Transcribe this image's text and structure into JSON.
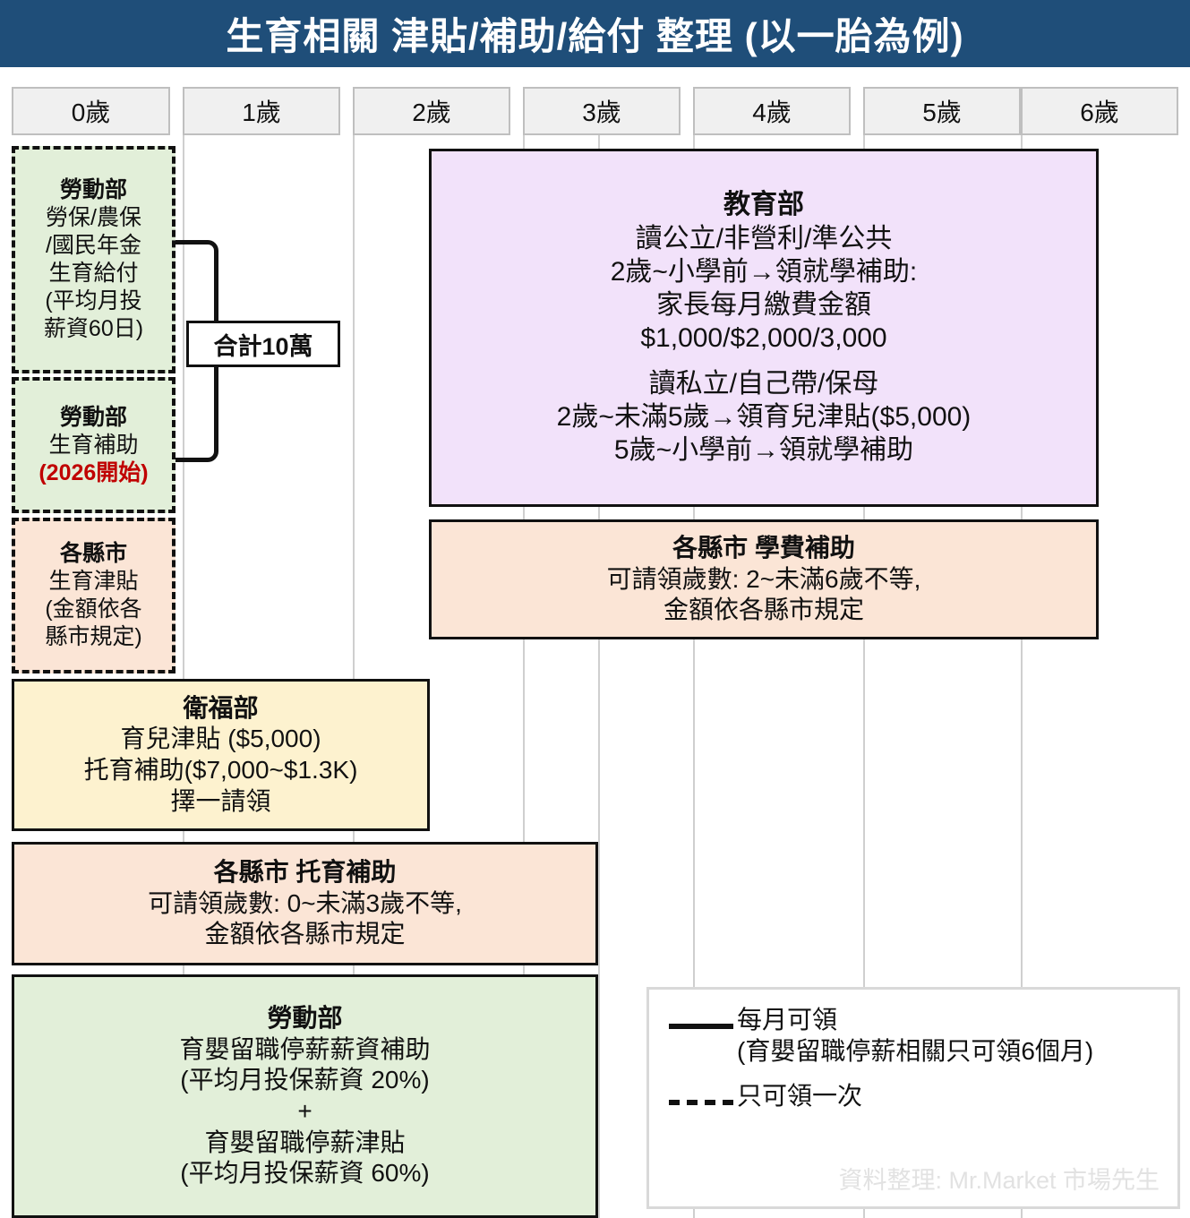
{
  "title": "生育相關 津貼/補助/給付 整理 (以一胎為例)",
  "theme": {
    "title_bg": "#1f4e79",
    "title_fg": "#ffffff",
    "age_cell_bg": "#f0f0f0",
    "age_cell_border": "#bfbfbf",
    "gridline": "#cfcfcf",
    "green": "#e2efd9",
    "peach": "#fbe5d6",
    "yellow": "#fdf2cf",
    "purple": "#f2e2fa",
    "red_accent": "#c00000",
    "outline": "#111111"
  },
  "age_axis": {
    "labels": [
      "0歲",
      "1歲",
      "2歲",
      "3歲",
      "4歲",
      "5歲",
      "6歲"
    ]
  },
  "bracket": {
    "total_label": "合計10萬"
  },
  "boxes": {
    "labor_birth_payment": {
      "lines": [
        "勞動部",
        "勞保/農保",
        "/國民年金",
        "生育給付",
        "(平均月投",
        "薪資60日)"
      ]
    },
    "labor_birth_subsidy": {
      "lines": [
        "勞動部",
        "生育補助",
        "(2026開始)"
      ]
    },
    "county_birth_allowance": {
      "lines": [
        "各縣市",
        "生育津貼",
        "(金額依各",
        "縣市規定)"
      ]
    },
    "mohw": {
      "lines": [
        "衛福部",
        "育兒津貼 ($5,000)",
        "托育補助($7,000~$1.3K)",
        "擇一請領"
      ]
    },
    "county_childcare_subsidy": {
      "lines": [
        "各縣市 托育補助",
        "可請領歲數: 0~未滿3歲不等,",
        "金額依各縣市規定"
      ]
    },
    "labor_parental_leave": {
      "lines": [
        "勞動部",
        "育嬰留職停薪薪資補助",
        "(平均月投保薪資 20%)",
        "+",
        "育嬰留職停薪津貼",
        "(平均月投保薪資 60%)"
      ]
    },
    "moe": {
      "lines": [
        "教育部",
        "讀公立/非營利/準公共",
        "2歲~小學前→領就學補助:",
        "家長每月繳費金額",
        "$1,000/$2,000/3,000",
        "",
        "讀私立/自己帶/保母",
        "2歲~未滿5歲→領育兒津貼($5,000)",
        "5歲~小學前→領就學補助"
      ]
    },
    "county_tuition_subsidy": {
      "lines": [
        "各縣市 學費補助",
        "可請領歲數: 2~未滿6歲不等,",
        "金額依各縣市規定"
      ]
    }
  },
  "legend": {
    "solid": {
      "line1": "每月可領",
      "line2": "(育嬰留職停薪相關只可領6個月)"
    },
    "dashed": {
      "line1": "只可領一次"
    },
    "credit": "資料整理: Mr.Market 市場先生"
  }
}
